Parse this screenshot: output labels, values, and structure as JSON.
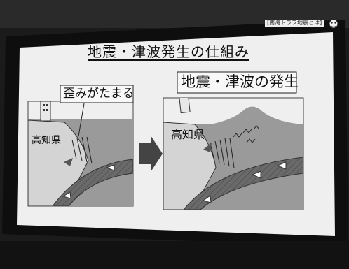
{
  "slide": {
    "header_tag": "[南海トラフ地震とは]",
    "title": "地震・津波発生の仕組み",
    "left_panel": {
      "callout": "歪みがたまる",
      "prefecture": "高知県"
    },
    "right_panel": {
      "callout": "地震・津波の発生",
      "prefecture": "高知県"
    }
  },
  "colors": {
    "screen_bezel": "#1b1b1b",
    "slide_background": "#efefef",
    "ocean": "#9a9a9a",
    "land": "#d4d4d4",
    "plate": "#6a6a6a",
    "arrow": "#555555"
  },
  "icons": [
    "logo-icon",
    "next-arrow-icon",
    "building-icon"
  ]
}
